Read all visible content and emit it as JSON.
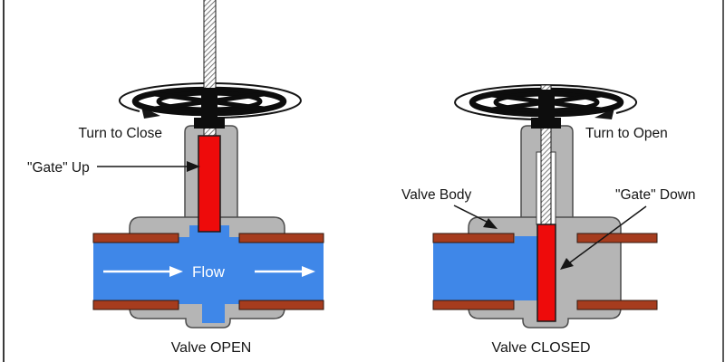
{
  "colors": {
    "body_gray": "#b5b5b5",
    "water_blue": "#3f87e8",
    "pipe_brown": "#a63c1e",
    "gate_red": "#ee0b0b",
    "ink": "#151515",
    "background": "#ffffff"
  },
  "left": {
    "turn_label": "Turn to Close",
    "gate_label": "\"Gate\" Up",
    "flow_label": "Flow",
    "caption": "Valve OPEN"
  },
  "right": {
    "turn_label": "Turn to Open",
    "body_label": "Valve Body",
    "gate_label": "\"Gate\" Down",
    "caption": "Valve CLOSED"
  }
}
